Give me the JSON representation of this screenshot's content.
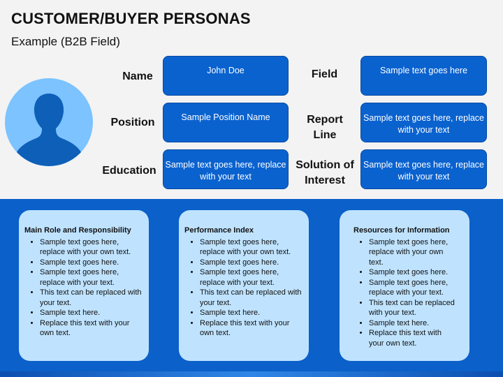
{
  "header": {
    "title": "CUSTOMER/BUYER PERSONAS",
    "subtitle": "Example (B2B Field)"
  },
  "profile": {
    "left_labels": {
      "name": "Name",
      "position": "Position",
      "education": "Education"
    },
    "left_values": {
      "name": "John Doe",
      "position": "Sample Position Name",
      "education": "Sample text goes here, replace with your text"
    },
    "right_labels": {
      "field": "Field",
      "report_line": "Report Line",
      "solution": "Solution of Interest"
    },
    "right_values": {
      "field": "Sample text goes here",
      "report_line": "Sample text goes here, replace with your text",
      "solution": "Sample text goes here, replace with your text"
    }
  },
  "cards": [
    {
      "title": "Main Role and Responsibility",
      "items": [
        "Sample text goes here, replace with your own text.",
        "Sample text goes here.",
        "Sample text goes here, replace with your text.",
        "This text can be replaced with your text.",
        "Sample text here.",
        "Replace this text with your own text."
      ]
    },
    {
      "title": "Performance Index",
      "items": [
        "Sample text goes here, replace with your own text.",
        "Sample text goes here.",
        "Sample text goes here, replace with your text.",
        "This text can be replaced with your text.",
        "Sample text here.",
        "Replace this text with your own text."
      ]
    },
    {
      "title": "Resources for Information",
      "items": [
        "Sample text goes here, replace with your own text.",
        "Sample text goes here.",
        "Sample text goes here, replace with your text.",
        "This text can be replaced with your text.",
        "Sample text here.",
        "Replace this text with your own text."
      ]
    }
  ],
  "colors": {
    "box_blue": "#0a62cf",
    "panel_blue": "#0b60c9",
    "card_light": "#bfe3ff",
    "avatar_light": "#7cc3ff",
    "avatar_dark": "#0d5fb8"
  },
  "icons": {
    "avatar": "person-silhouette-icon"
  }
}
